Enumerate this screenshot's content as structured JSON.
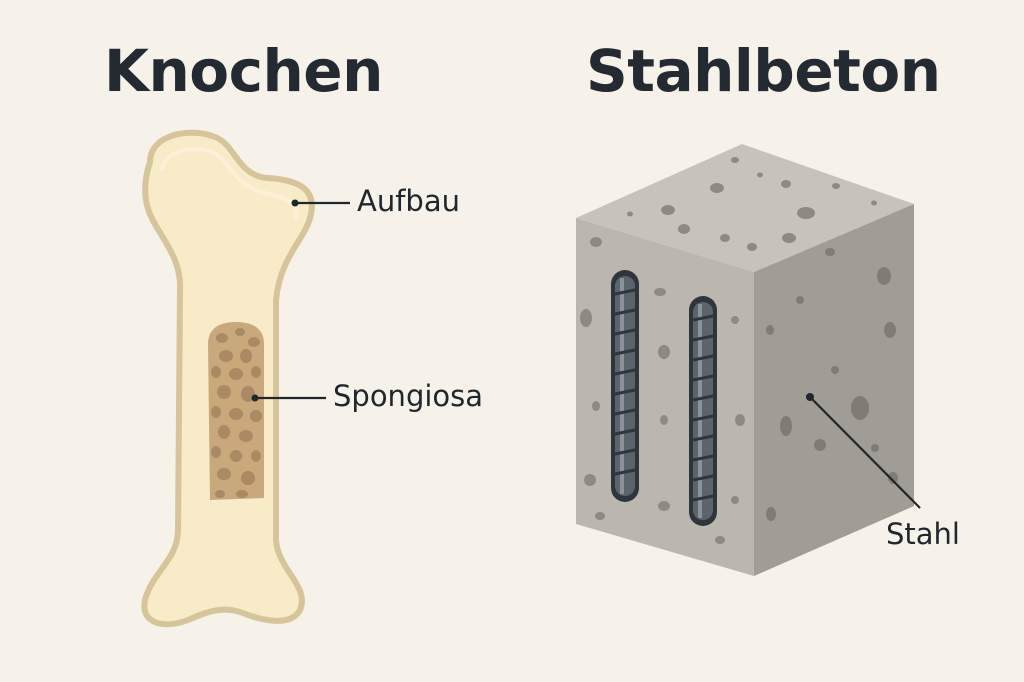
{
  "panels": {
    "left": {
      "title": "Knochen",
      "labels": {
        "top": "Aufbau",
        "middle": "Spongiosa"
      }
    },
    "right": {
      "title": "Stahlbeton",
      "labels": {
        "side": "Stahl"
      }
    }
  },
  "colors": {
    "background": "#f6f2ea",
    "bone_fill": "#f7ebc8",
    "bone_outline": "#d9c79e",
    "spongiosa": "#c9a97b",
    "spongiosa_pores": "#a98a64",
    "concrete_top": "#c8c3ba",
    "concrete_front": "#bcb7ae",
    "concrete_side": "#a19c94",
    "rebar": "#4a525b",
    "text": "#232a31"
  }
}
